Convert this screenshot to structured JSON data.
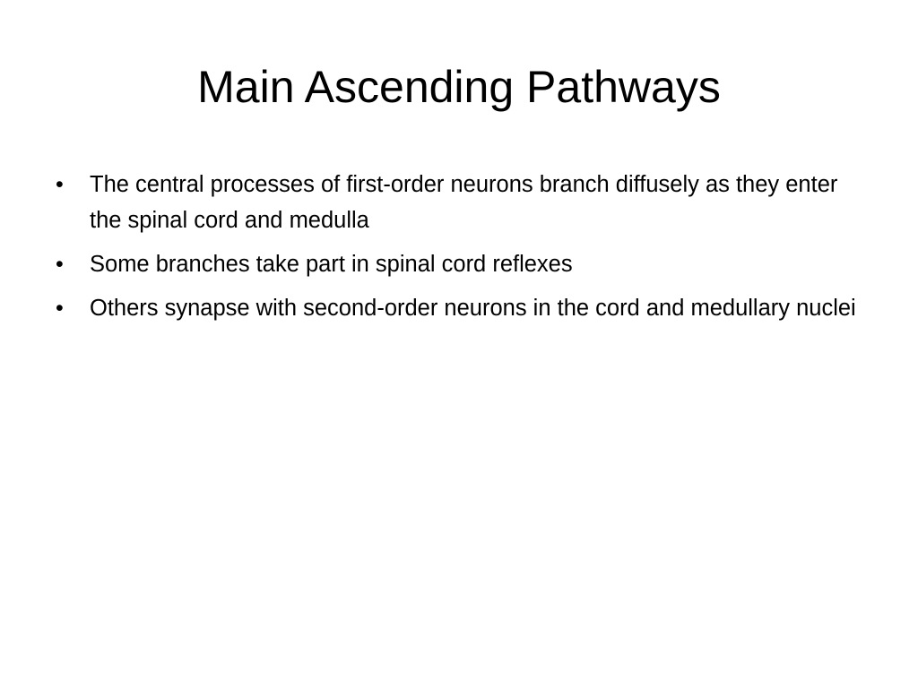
{
  "slide": {
    "title": "Main Ascending Pathways",
    "bullet_glyph": "•",
    "bullets": [
      "The central processes of first-order neurons branch diffusely as they enter the spinal cord and medulla",
      "Some branches take part in spinal cord reflexes",
      "Others synapse with second-order neurons in the cord and medullary nuclei"
    ],
    "colors": {
      "background": "#ffffff",
      "text": "#000000"
    }
  }
}
